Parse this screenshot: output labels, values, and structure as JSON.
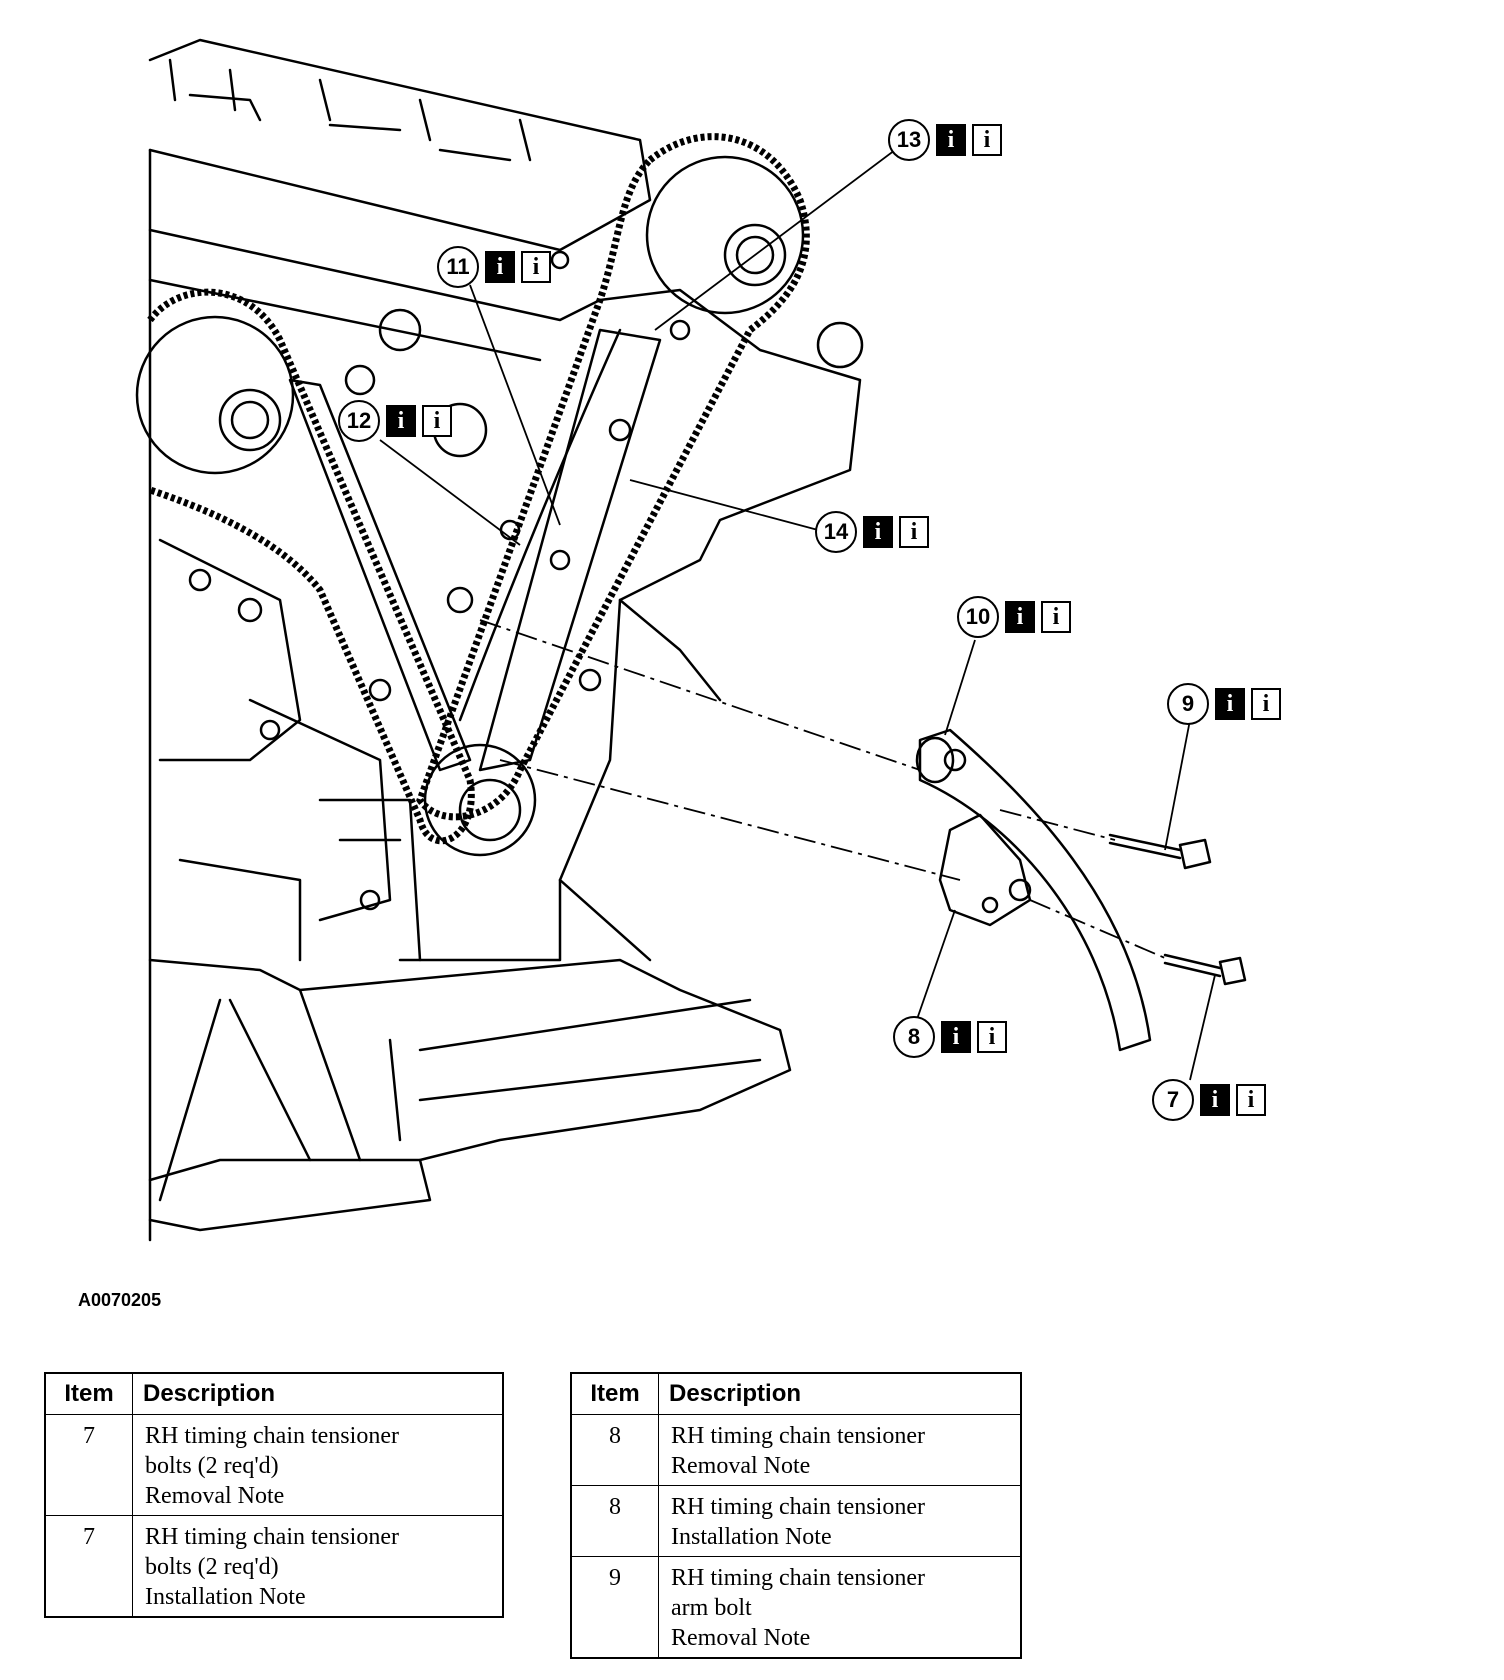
{
  "figure": {
    "id": "A0070205",
    "callouts": [
      {
        "number": "13",
        "icons": [
          "i",
          "i"
        ]
      },
      {
        "number": "11",
        "icons": [
          "i",
          "i"
        ]
      },
      {
        "number": "12",
        "icons": [
          "i",
          "i"
        ]
      },
      {
        "number": "14",
        "icons": [
          "i",
          "i"
        ]
      },
      {
        "number": "10",
        "icons": [
          "i",
          "i"
        ]
      },
      {
        "number": "9",
        "icons": [
          "i",
          "i"
        ]
      },
      {
        "number": "8",
        "icons": [
          "i",
          "i"
        ]
      },
      {
        "number": "7",
        "icons": [
          "i",
          "i"
        ]
      }
    ]
  },
  "tables": {
    "header": {
      "item": "Item",
      "description": "Description"
    },
    "left": [
      {
        "item": "7",
        "lines": [
          "RH timing chain tensioner",
          "bolts (2 req'd)",
          "Removal Note"
        ]
      },
      {
        "item": "7",
        "lines": [
          "RH timing chain tensioner",
          "bolts (2 req'd)",
          "Installation Note"
        ]
      }
    ],
    "right": [
      {
        "item": "8",
        "lines": [
          "RH timing chain tensioner",
          "Removal Note"
        ]
      },
      {
        "item": "8",
        "lines": [
          "RH timing chain tensioner",
          "Installation Note"
        ]
      },
      {
        "item": "9",
        "lines": [
          "RH timing chain tensioner",
          "arm bolt",
          "Removal Note"
        ]
      }
    ]
  }
}
